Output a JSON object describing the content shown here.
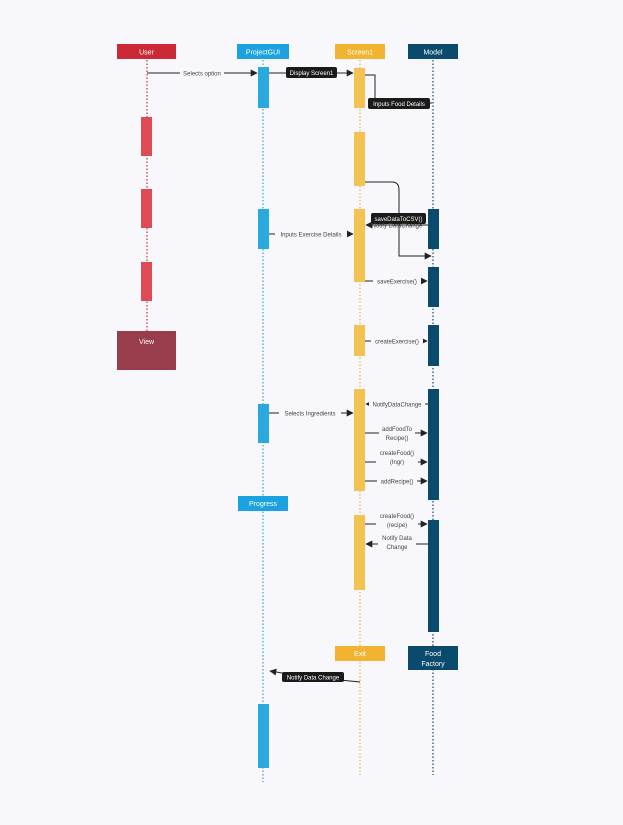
{
  "colors": {
    "user": "#cc2936",
    "user_activation": "#de4b55",
    "user_box": "#993c4c",
    "gui": "#2aa9dc",
    "gui_header": "#1ba2df",
    "screen": "#f3c351",
    "screen_header": "#f2b330",
    "model": "#0a4a6d",
    "arrow": "#222222",
    "tag_bg": "#1a1a1a",
    "tag_text": "#ffffff",
    "label_text": "#444444",
    "background": "#f8f7fb"
  },
  "lifelines": {
    "user": "User",
    "gui": "ProjectGUI",
    "screen": "Screen1",
    "model": "Model"
  },
  "boxes": {
    "view": "View",
    "progress": "Progress",
    "exit": "Exit",
    "food_factory_line1": "Food",
    "food_factory_line2": "Factory"
  },
  "messages": {
    "selects_option": "Selects option",
    "display_screen1": "Display Screen1",
    "inputs_food_details": "Inputs Food Details",
    "save_data_to_csv": "saveDataToCSV()",
    "notify_data_change_1": "Notify DataChange",
    "inputs_exercise_details": "Inputs Exercise Details",
    "save_exercise": "saveExercise()",
    "create_exercise": "createExercise()",
    "notify_data_change_2": "NotifyDataChange",
    "selects_ingredients": "Selects Ingredients",
    "add_food_to_recipe_line1": "addFoodTo",
    "add_food_to_recipe_line2": "Recipe()",
    "create_food_ingr_line1": "createFood()",
    "create_food_ingr_line2": "(Ingr)",
    "add_recipe": "addRecipe()",
    "create_food_recipe_line1": "createFood()",
    "create_food_recipe_line2": "(recipe)",
    "notify_data_change_3_line1": "Notify Data",
    "notify_data_change_3_line2": "Change",
    "notify_data_change_4": "Notify Data Change"
  }
}
